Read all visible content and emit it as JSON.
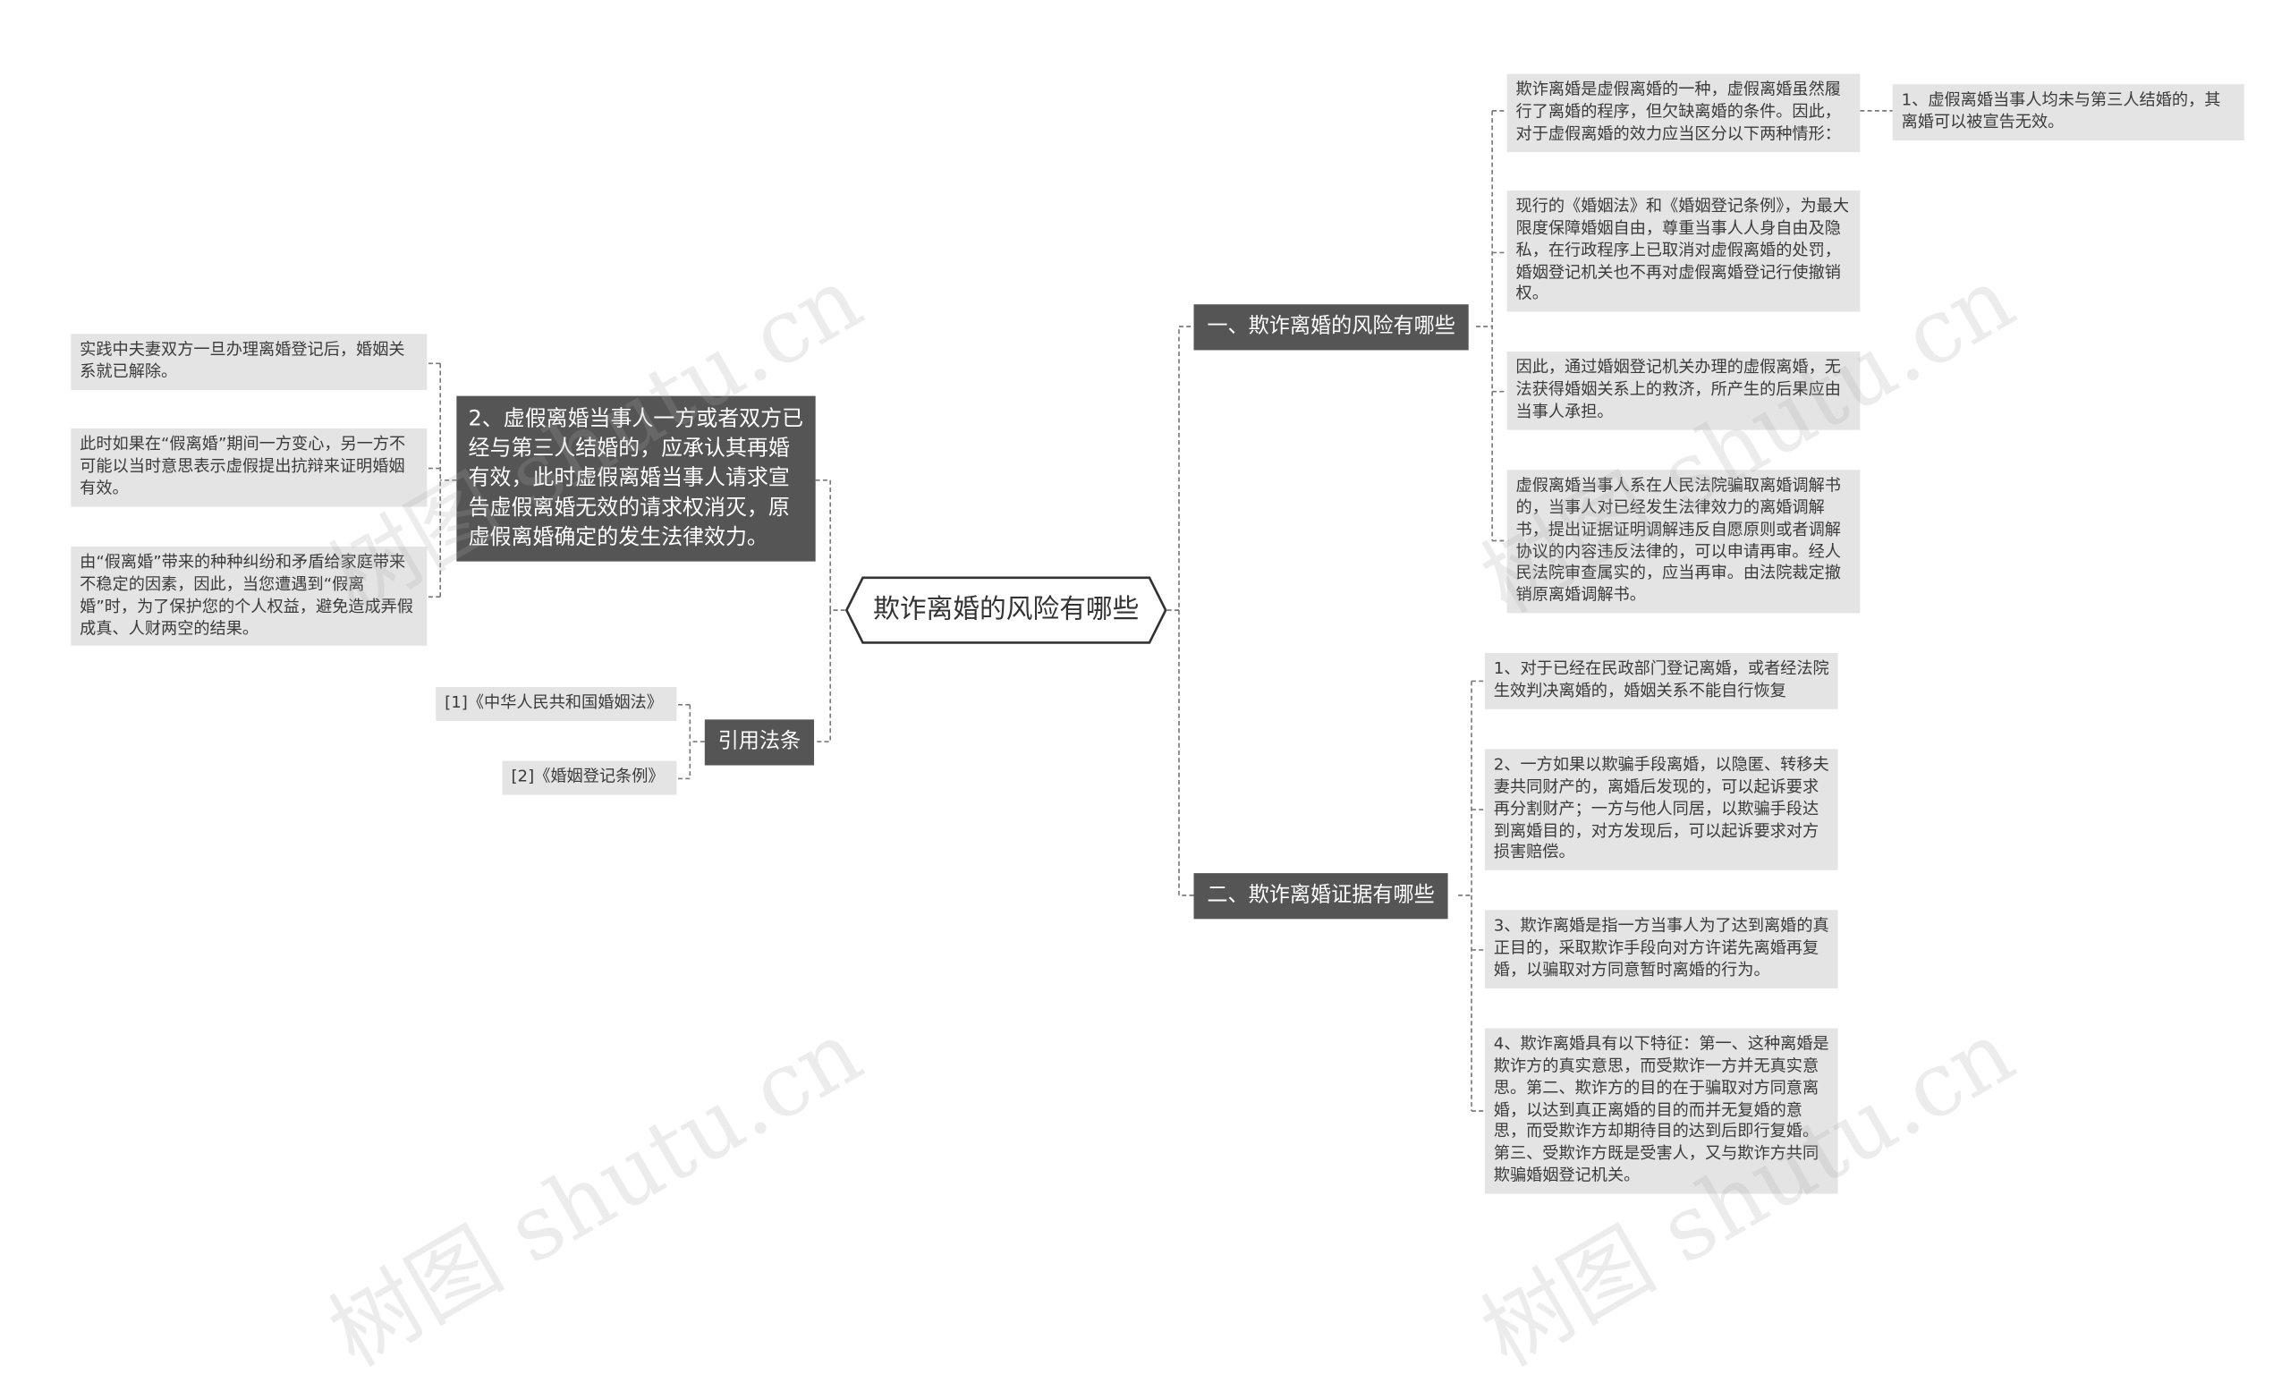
{
  "root": {
    "label": "欺诈离婚的风险有哪些"
  },
  "right": {
    "branch1": {
      "label": "一、欺诈离婚的风险有哪些",
      "items": [
        "欺诈离婚是虚假离婚的一种，虚假离婚虽然履行了离婚的程序，但欠缺离婚的条件。因此，对于虚假离婚的效力应当区分以下两种情形：",
        "现行的《婚姻法》和《婚姻登记条例》，为最大限度保障婚姻自由，尊重当事人人身自由及隐私，在行政程序上已取消对虚假离婚的处罚，婚姻登记机关也不再对虚假离婚登记行使撤销权。",
        "因此，通过婚姻登记机关办理的虚假离婚，无法获得婚姻关系上的救济，所产生的后果应由当事人承担。",
        "虚假离婚当事人系在人民法院骗取离婚调解书的，当事人对已经发生法律效力的离婚调解书，提出证据证明调解违反自愿原则或者调解协议的内容违反法律的，可以申请再审。经人民法院审查属实的，应当再审。由法院裁定撤销原离婚调解书。"
      ],
      "sub": "1、虚假离婚当事人均未与第三人结婚的，其离婚可以被宣告无效。"
    },
    "branch2": {
      "label": "二、欺诈离婚证据有哪些",
      "items": [
        "1、对于已经在民政部门登记离婚，或者经法院生效判决离婚的，婚姻关系不能自行恢复",
        "2、一方如果以欺骗手段离婚，以隐匿、转移夫妻共同财产的，离婚后发现的，可以起诉要求再分割财产；一方与他人同居，以欺骗手段达到离婚目的，对方发现后，可以起诉要求对方损害赔偿。",
        "3、欺诈离婚是指一方当事人为了达到离婚的真正目的，采取欺诈手段向对方许诺先离婚再复婚，以骗取对方同意暂时离婚的行为。",
        "4、欺诈离婚具有以下特征：第一、这种离婚是欺诈方的真实意思，而受欺诈一方并无真实意思。第二、欺诈方的目的在于骗取对方同意离婚，以达到真正离婚的目的而并无复婚的意思，而受欺诈方却期待目的达到后即行复婚。第三、受欺诈方既是受害人，又与欺诈方共同欺骗婚姻登记机关。"
      ]
    }
  },
  "left": {
    "branch1": {
      "label": "2、虚假离婚当事人一方或者双方已经与第三人结婚的，应承认其再婚有效，此时虚假离婚当事人请求宣告虚假离婚无效的请求权消灭，原虚假离婚确定的发生法律效力。",
      "items": [
        "实践中夫妻双方一旦办理离婚登记后，婚姻关系就已解除。",
        "此时如果在“假离婚”期间一方变心，另一方不可能以当时意思表示虚假提出抗辩来证明婚姻有效。",
        "由“假离婚”带来的种种纠纷和矛盾给家庭带来不稳定的因素，因此，当您遭遇到“假离婚”时，为了保护您的个人权益，避免造成弄假成真、人财两空的结果。"
      ]
    },
    "branch2": {
      "label": "引用法条",
      "items": [
        "[1]《中华人民共和国婚姻法》",
        "[2]《婚姻登记条例》"
      ]
    }
  },
  "watermark": "树图 shutu.cn"
}
